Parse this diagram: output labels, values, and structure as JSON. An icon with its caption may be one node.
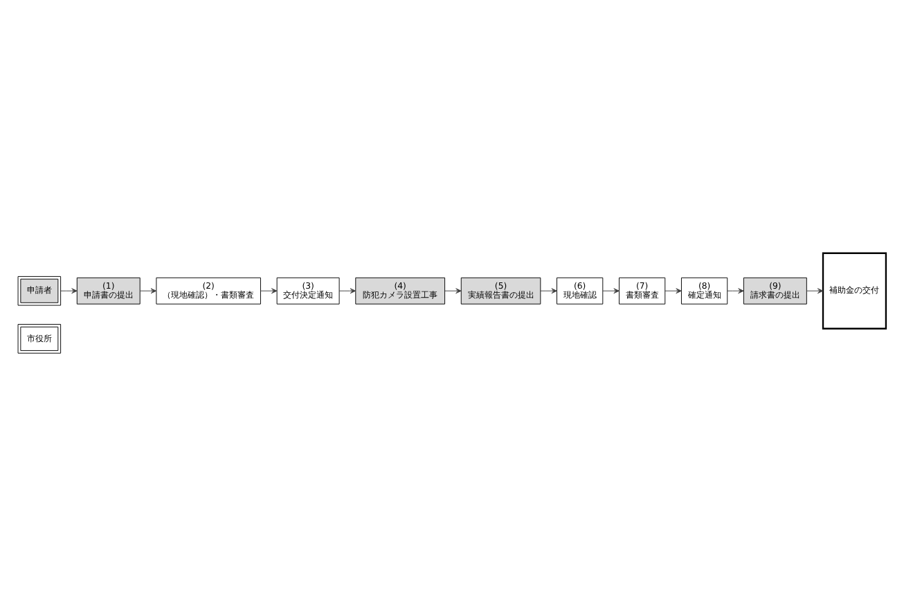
{
  "diagram": {
    "nodes": [
      {
        "text": [
          "申請者"
        ]
      },
      {
        "text": [
          "(1)",
          "申請書の提出"
        ]
      },
      {
        "text": [
          "(2)",
          "（現地確認）・書類審査"
        ]
      },
      {
        "text": [
          "(3)",
          "交付決定通知"
        ]
      },
      {
        "text": [
          "(4)",
          "防犯カメラ設置工事"
        ]
      },
      {
        "text": [
          "(5)",
          "実績報告書の提出"
        ]
      },
      {
        "text": [
          "(6)",
          "現地確認"
        ]
      },
      {
        "text": [
          "(7)",
          "書類審査"
        ]
      },
      {
        "text": [
          "(8)",
          "確定通知"
        ]
      },
      {
        "text": [
          "(9)",
          "請求書の提出"
        ]
      },
      {
        "text": [
          "補助金の交付"
        ]
      },
      {
        "text": [
          "市役所"
        ]
      }
    ],
    "edges": [
      {
        "from": 0,
        "to": 1,
        "arrow": "to"
      },
      {
        "from": 1,
        "to": 2,
        "arrow": "to"
      },
      {
        "from": 2,
        "to": 3,
        "arrow": "to"
      },
      {
        "from": 3,
        "to": 4,
        "arrow": "to"
      },
      {
        "from": 4,
        "to": 5,
        "arrow": "to"
      },
      {
        "from": 5,
        "to": 6,
        "arrow": "to"
      },
      {
        "from": 6,
        "to": 7,
        "arrow": "to"
      },
      {
        "from": 7,
        "to": 8,
        "arrow": "to"
      },
      {
        "from": 8,
        "to": 9,
        "arrow": "to"
      },
      {
        "from": 9,
        "to": 10,
        "arrow": "to"
      }
    ]
  }
}
